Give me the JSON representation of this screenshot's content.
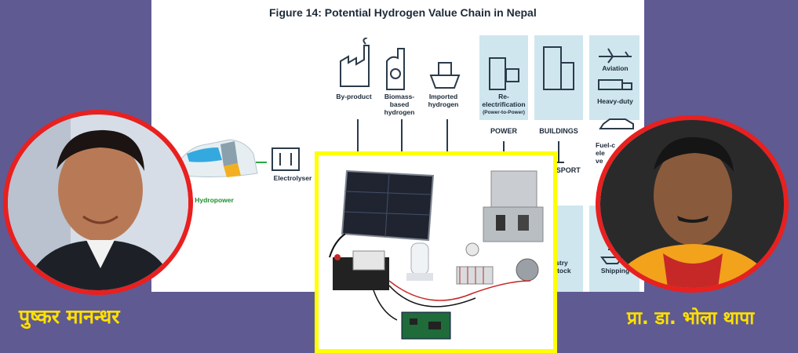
{
  "figure": {
    "title": "Figure 14: Potential Hydrogen Value Chain in Nepal",
    "sources": {
      "hydropower": "Hydropower",
      "electrolyser": "Electrolyser",
      "byproduct": "By-product",
      "biomass": "Biomass-\nbased\nhydrogen",
      "imported": "Imported\nhydrogen"
    },
    "uses": {
      "reelectrification": "Re-\nelectrification",
      "power_to_power": "(Power-to-Power)",
      "power": "POWER",
      "buildings": "BUILDINGS",
      "transport": "NSPORT",
      "industry": "ustry\nlstock",
      "aviation": "Aviation",
      "heavy_duty": "Heavy-duty",
      "fuel_cell": "Fuel-c\nele\nve",
      "shipping": "Shipping"
    }
  },
  "persons": {
    "left_name": "पुष्कर मानन्धर",
    "right_name": "प्रा. डा. भोला थापा"
  },
  "colors": {
    "background": "#605a92",
    "ring": "#e8201f",
    "name": "#ffe100",
    "frame": "#ffff00",
    "panel_blue": "#cfe6ee"
  }
}
